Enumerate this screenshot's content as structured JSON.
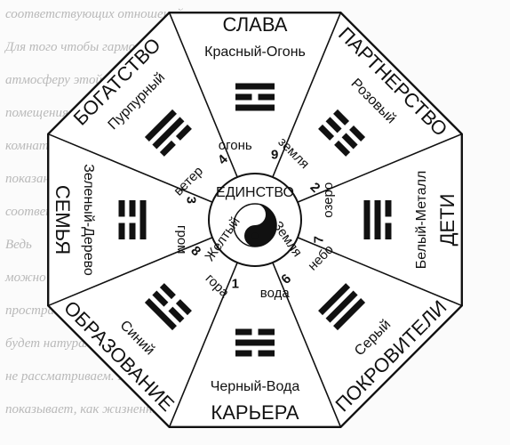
{
  "diagram": {
    "center": {
      "label_top": "ЕДИНСТВО",
      "label_left": "Желтый",
      "label_right": "Земля"
    },
    "sectors": [
      {
        "key": "s",
        "title": "КАРЬЕРА",
        "subtitle": "Черный-Вода",
        "element": "вода",
        "number": "1",
        "trigram": [
          0,
          1,
          0
        ]
      },
      {
        "key": "sw",
        "title": "ОБРАЗОВАНИЕ",
        "subtitle": "Синий",
        "element": "гора",
        "number": "8",
        "trigram": [
          1,
          0,
          0
        ]
      },
      {
        "key": "w",
        "title": "СЕМЬЯ",
        "subtitle": "Зеленый-Дерево",
        "element": "гром",
        "number": "3",
        "trigram": [
          0,
          0,
          1
        ]
      },
      {
        "key": "nw",
        "title": "БОГАТСТВО",
        "subtitle": "Пурпурный",
        "element": "ветер",
        "number": "4",
        "trigram": [
          1,
          1,
          0
        ]
      },
      {
        "key": "n",
        "title": "СЛАВА",
        "subtitle": "Красный-Огонь",
        "element": "огонь",
        "number": "9",
        "trigram": [
          1,
          0,
          1
        ]
      },
      {
        "key": "ne",
        "title": "ПАРТНЕРСТВО",
        "subtitle": "Розовый",
        "element": "земля",
        "number": "2",
        "trigram": [
          0,
          0,
          0
        ]
      },
      {
        "key": "e",
        "title": "ДЕТИ",
        "subtitle": "Белый-Металл",
        "element": "озеро",
        "number": "7",
        "trigram": [
          0,
          1,
          1
        ]
      },
      {
        "key": "se",
        "title": "ПОКРОВИТЕЛИ",
        "subtitle": "Серый",
        "element": "небо",
        "number": "6",
        "trigram": [
          1,
          1,
          1
        ]
      }
    ],
    "colors": {
      "line": "#111111",
      "text": "#111111",
      "background_text": "#b9b9b9"
    }
  },
  "background_text": {
    "lines": [
      "соответствующих отношений",
      "Для того чтобы гармонично соединить этот стиль фэн-шуй",
      "атмосферу этой книги, в предложенных участках",
      "помещения обозначьте конкретную",
      "комнату. На все стороны дома",
      "показанный на карте",
      "соответствует",
      "Ведь",
      "можно",
      "пространство",
      "будет натурально",
      "не рассматриваем. В этой главе рассмотрены",
      "показывает, как жизненные процессы"
    ]
  }
}
